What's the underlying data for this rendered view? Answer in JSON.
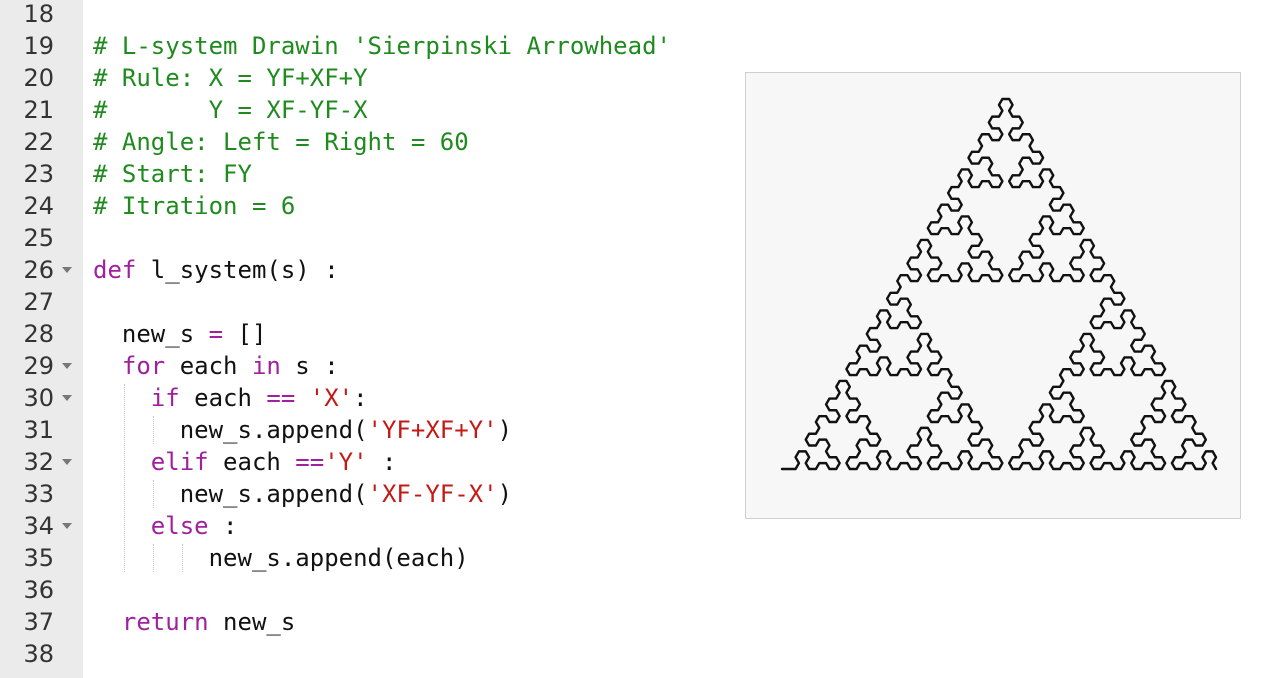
{
  "editor": {
    "lines": [
      {
        "number": "18",
        "fold": false,
        "indent": 0,
        "tokens": []
      },
      {
        "number": "19",
        "fold": false,
        "indent": 0,
        "tokens": [
          {
            "t": "comment",
            "v": "# L-system Drawin 'Sierpinski Arrowhead'"
          }
        ]
      },
      {
        "number": "20",
        "fold": false,
        "indent": 0,
        "tokens": [
          {
            "t": "comment",
            "v": "# Rule: X = YF+XF+Y"
          }
        ]
      },
      {
        "number": "21",
        "fold": false,
        "indent": 0,
        "tokens": [
          {
            "t": "comment",
            "v": "#       Y = XF-YF-X"
          }
        ]
      },
      {
        "number": "22",
        "fold": false,
        "indent": 0,
        "tokens": [
          {
            "t": "comment",
            "v": "# Angle: Left = Right = 60"
          }
        ]
      },
      {
        "number": "23",
        "fold": false,
        "indent": 0,
        "tokens": [
          {
            "t": "comment",
            "v": "# Start: FY"
          }
        ]
      },
      {
        "number": "24",
        "fold": false,
        "indent": 0,
        "tokens": [
          {
            "t": "comment",
            "v": "# Itration = 6"
          }
        ]
      },
      {
        "number": "25",
        "fold": false,
        "indent": 0,
        "tokens": []
      },
      {
        "number": "26",
        "fold": true,
        "indent": 0,
        "tokens": [
          {
            "t": "kw",
            "v": "def"
          },
          {
            "t": "plain",
            "v": " l_system(s) :"
          }
        ]
      },
      {
        "number": "27",
        "fold": false,
        "indent": 0,
        "tokens": []
      },
      {
        "number": "28",
        "fold": false,
        "indent": 1,
        "tokens": [
          {
            "t": "plain",
            "v": "new_s "
          },
          {
            "t": "kw",
            "v": "="
          },
          {
            "t": "plain",
            "v": " []"
          }
        ]
      },
      {
        "number": "29",
        "fold": true,
        "indent": 1,
        "tokens": [
          {
            "t": "kw",
            "v": "for"
          },
          {
            "t": "plain",
            "v": " each "
          },
          {
            "t": "kw",
            "v": "in"
          },
          {
            "t": "plain",
            "v": " s :"
          }
        ]
      },
      {
        "number": "30",
        "fold": true,
        "indent": 2,
        "tokens": [
          {
            "t": "kw",
            "v": "if"
          },
          {
            "t": "plain",
            "v": " each "
          },
          {
            "t": "kw",
            "v": "=="
          },
          {
            "t": "plain",
            "v": " "
          },
          {
            "t": "str",
            "v": "'X'"
          },
          {
            "t": "plain",
            "v": ":"
          }
        ]
      },
      {
        "number": "31",
        "fold": false,
        "indent": 3,
        "tokens": [
          {
            "t": "plain",
            "v": "new_s.append("
          },
          {
            "t": "str",
            "v": "'YF+XF+Y'"
          },
          {
            "t": "plain",
            "v": ")"
          }
        ]
      },
      {
        "number": "32",
        "fold": true,
        "indent": 2,
        "tokens": [
          {
            "t": "kw",
            "v": "elif"
          },
          {
            "t": "plain",
            "v": " each "
          },
          {
            "t": "kw",
            "v": "=="
          },
          {
            "t": "str",
            "v": "'Y'"
          },
          {
            "t": "plain",
            "v": " :"
          }
        ]
      },
      {
        "number": "33",
        "fold": false,
        "indent": 3,
        "tokens": [
          {
            "t": "plain",
            "v": "new_s.append("
          },
          {
            "t": "str",
            "v": "'XF-YF-X'"
          },
          {
            "t": "plain",
            "v": ")"
          }
        ]
      },
      {
        "number": "34",
        "fold": true,
        "indent": 2,
        "tokens": [
          {
            "t": "kw",
            "v": "else"
          },
          {
            "t": "plain",
            "v": " :"
          }
        ]
      },
      {
        "number": "35",
        "fold": false,
        "indent": 4,
        "tokens": [
          {
            "t": "plain",
            "v": "new_s.append(each)"
          }
        ]
      },
      {
        "number": "36",
        "fold": false,
        "indent": 0,
        "tokens": []
      },
      {
        "number": "37",
        "fold": false,
        "indent": 1,
        "tokens": [
          {
            "t": "kw",
            "v": "return"
          },
          {
            "t": "plain",
            "v": " new_s"
          }
        ]
      },
      {
        "number": "38",
        "fold": false,
        "indent": 0,
        "tokens": []
      }
    ]
  },
  "figure": {
    "name": "sierpinski-arrowhead-curve",
    "axiom": "FY",
    "rules": {
      "X": "YF+XF+Y",
      "Y": "XF-YF-X"
    },
    "angle": 60,
    "iterations": 6,
    "stroke": "#111111"
  },
  "colors": {
    "comment": "#1f8b1f",
    "keyword": "#a020a0",
    "string": "#c41a16",
    "gutter_bg": "#ebebeb",
    "line_number": "#333333"
  }
}
